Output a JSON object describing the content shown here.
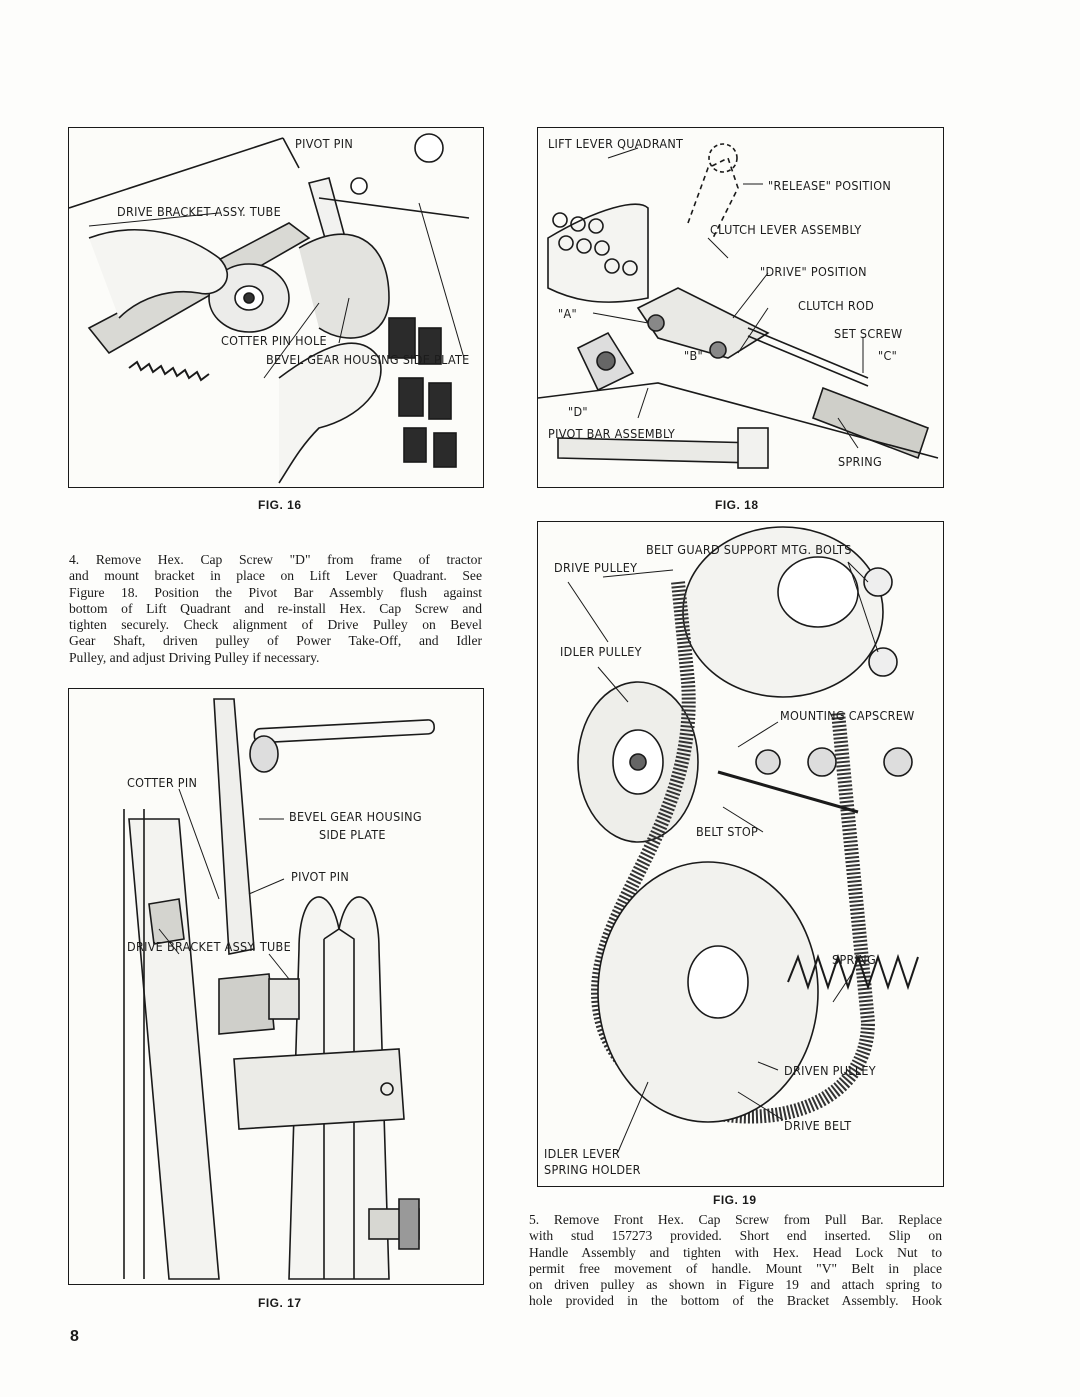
{
  "figures": {
    "fig16": {
      "caption": "FIG. 16",
      "labels": {
        "pivot_pin": "PIVOT PIN",
        "drive_bracket": "DRIVE BRACKET ASSY. TUBE",
        "cotter_pin_hole": "COTTER PIN HOLE",
        "bevel_gear": "BEVEL GEAR HOUSING SIDE PLATE"
      }
    },
    "fig17": {
      "caption": "FIG. 17",
      "labels": {
        "cotter_pin": "COTTER PIN",
        "bevel_gear_1": "BEVEL GEAR HOUSING",
        "bevel_gear_2": "SIDE PLATE",
        "pivot_pin": "PIVOT PIN",
        "drive_bracket": "DRIVE BRACKET ASSY. TUBE"
      }
    },
    "fig18": {
      "caption": "FIG. 18",
      "labels": {
        "lift_lever": "LIFT LEVER QUADRANT",
        "release": "\"RELEASE\" POSITION",
        "clutch_lever": "CLUTCH LEVER ASSEMBLY",
        "drive_position": "\"DRIVE\" POSITION",
        "clutch_rod": "CLUTCH ROD",
        "set_screw": "SET SCREW",
        "a": "\"A\"",
        "b": "\"B\"",
        "c": "\"C\"",
        "d": "\"D\"",
        "pivot_bar": "PIVOT BAR ASSEMBLY",
        "spring": "SPRING"
      }
    },
    "fig19": {
      "caption": "FIG. 19",
      "labels": {
        "belt_guard": "BELT GUARD SUPPORT MTG. BOLTS",
        "drive_pulley": "DRIVE PULLEY",
        "idler_pulley": "IDLER PULLEY",
        "mounting_capscrew": "MOUNTING CAPSCREW",
        "belt_stop": "BELT STOP",
        "spring": "SPRING",
        "driven_pulley": "DRIVEN PULLEY",
        "drive_belt": "DRIVE BELT",
        "idler_lever_1": "IDLER LEVER",
        "idler_lever_2": "SPRING HOLDER"
      }
    }
  },
  "paragraph4": [
    "4.  Remove Hex. Cap Screw \"D\" from frame of tractor",
    "and mount bracket in place on Lift Lever Quadrant.  See",
    "Figure 18.  Position the Pivot Bar Assembly flush against",
    "bottom of Lift Quadrant and re-install Hex. Cap Screw and",
    "tighten securely.  Check alignment of Drive Pulley on Bevel",
    "Gear Shaft, driven pulley of Power Take-Off, and Idler",
    "Pulley, and adjust Driving Pulley if necessary."
  ],
  "paragraph5": [
    "5.  Remove Front Hex. Cap Screw from Pull Bar.  Replace",
    "with  stud  157273  provided.   Short end inserted.  Slip on",
    "Handle Assembly and tighten with Hex. Head Lock Nut to",
    "permit free movement of handle.  Mount \"V\" Belt in place",
    "on driven pulley as shown in Figure 19 and attach spring to",
    "hole provided in the bottom of the Bracket Assembly.  Hook"
  ],
  "page_number": "8"
}
